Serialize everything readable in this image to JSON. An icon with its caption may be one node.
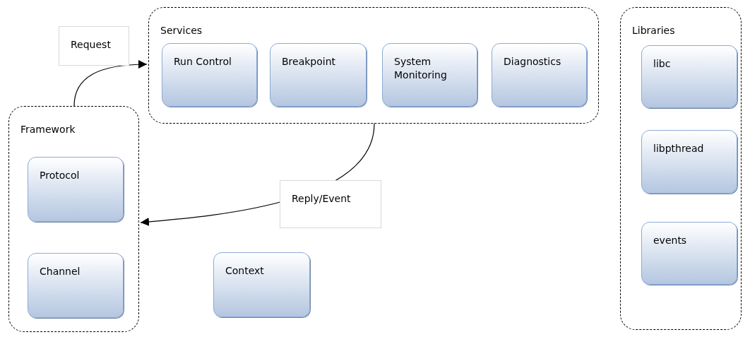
{
  "diagram": {
    "nodes": [
      {
        "text": [
          "Services"
        ]
      },
      {
        "text": [
          "Run Control"
        ],
        "in": 0
      },
      {
        "text": [
          "Breakpoint"
        ],
        "in": 0
      },
      {
        "text": [
          "System Monitoring"
        ],
        "in": 0
      },
      {
        "text": [
          "Diagnostics"
        ],
        "in": 0
      },
      {
        "text": [
          "Libraries"
        ]
      },
      {
        "text": [
          "libc"
        ],
        "in": 5
      },
      {
        "text": [
          "libpthread"
        ],
        "in": 5
      },
      {
        "text": [
          "events"
        ],
        "in": 5
      },
      {
        "text": [
          "Framework"
        ]
      },
      {
        "text": [
          "Protocol"
        ],
        "in": 9
      },
      {
        "text": [
          "Channel"
        ],
        "in": 9
      },
      {
        "text": [
          "Context"
        ]
      }
    ],
    "edges": [
      {
        "from": 9,
        "to": 0,
        "arrow": "to",
        "label": "Request"
      },
      {
        "from": 0,
        "to": 9,
        "arrow": "to",
        "label": "Reply/Event"
      }
    ]
  }
}
